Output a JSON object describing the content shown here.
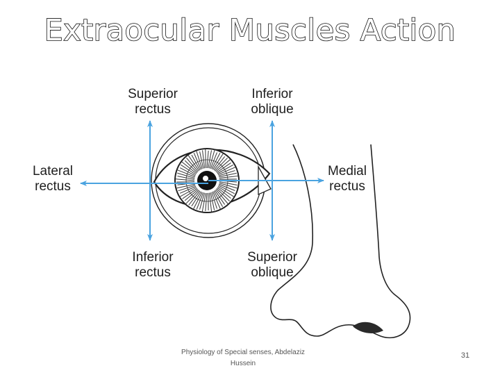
{
  "slide": {
    "title": "Extraocular Muscles  Action",
    "footer": "Physiology of Special senses, Abdelaziz Hussein",
    "page_number": "31"
  },
  "diagram": {
    "arrow_color": "#4aa3e0",
    "labels": {
      "superior_rectus": [
        "Superior",
        "rectus"
      ],
      "inferior_oblique": [
        "Inferior",
        "oblique"
      ],
      "lateral_rectus": [
        "Lateral",
        "rectus"
      ],
      "medial_rectus": [
        "Medial",
        "rectus"
      ],
      "inferior_rectus": [
        "Inferior",
        "rectus"
      ],
      "superior_oblique": [
        "Superior",
        "oblique"
      ]
    }
  }
}
